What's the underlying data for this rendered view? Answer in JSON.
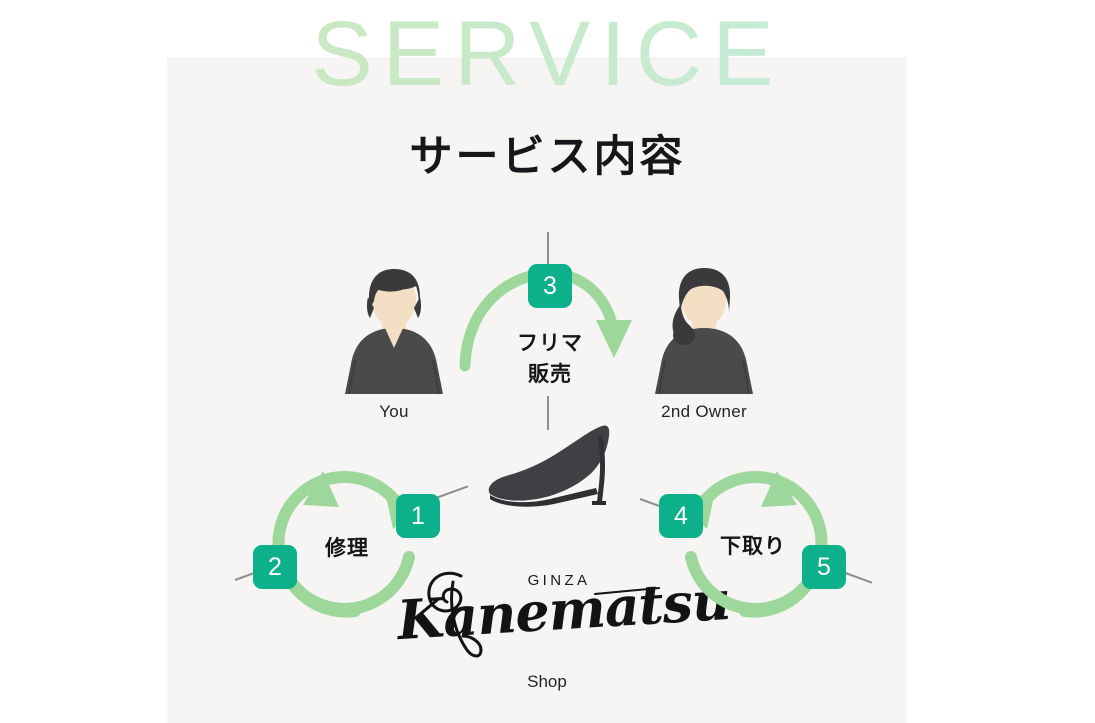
{
  "watermark": {
    "text": "SERVICE"
  },
  "header": {
    "title": "サービス内容"
  },
  "colors": {
    "panel_bg": "#f6f5f3",
    "page_bg": "#ffffff",
    "badge_teal": "#0cb08a",
    "arc_green": "#9ed79b",
    "text_dark": "#16171a",
    "figure_body": "#4a4a4c",
    "figure_skin": "#f2dfc4",
    "figure_hair": "#3a3a3c",
    "connector_gray": "#8d8e8f",
    "watermark_start": "#cfe9b9",
    "watermark_end": "#c5ece4"
  },
  "people": [
    {
      "id": "you",
      "caption": "You",
      "icon": "person-short-hair-icon"
    },
    {
      "id": "second-owner",
      "caption": "2nd Owner",
      "icon": "person-ponytail-icon"
    }
  ],
  "shop": {
    "logo_top": "GINZA",
    "logo_script": "Kanematsu",
    "caption": "Shop",
    "product_icon": "high-heel-shoe-icon"
  },
  "cycles": [
    {
      "id": "repair",
      "label": "修理",
      "badges": [
        "1",
        "2"
      ],
      "arc_direction": "counter-clockwise"
    },
    {
      "id": "flea-market",
      "label": "フリマ\n販売",
      "label_line1": "フリマ",
      "label_line2": "販売",
      "badges": [
        "3"
      ],
      "arc_direction": "left-to-right"
    },
    {
      "id": "trade-in",
      "label": "下取り",
      "badges": [
        "4",
        "5"
      ],
      "arc_direction": "clockwise"
    }
  ],
  "badges": {
    "b1": "1",
    "b2": "2",
    "b3": "3",
    "b4": "4",
    "b5": "5"
  }
}
